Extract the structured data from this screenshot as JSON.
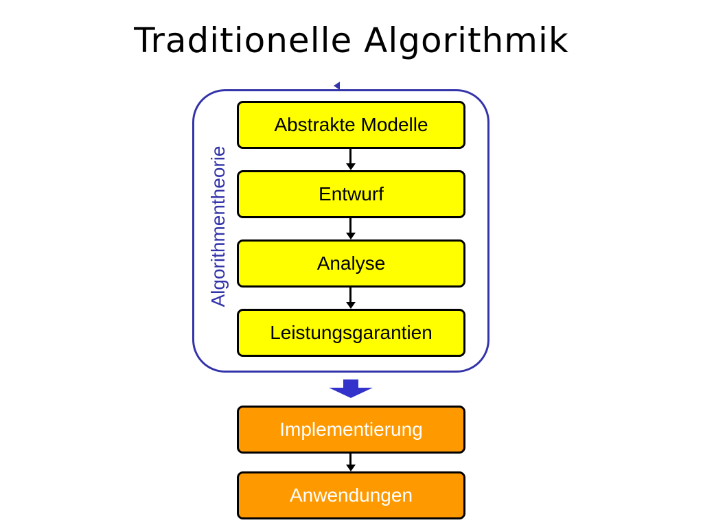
{
  "title": "Traditionelle Algorithmik",
  "group": {
    "label": "Algorithmentheorie",
    "color": "#3333aa"
  },
  "theory_steps": [
    {
      "label": "Abstrakte Modelle"
    },
    {
      "label": "Entwurf"
    },
    {
      "label": "Analyse"
    },
    {
      "label": "Leistungsgarantien"
    }
  ],
  "practice_steps": [
    {
      "label": "Implementierung"
    },
    {
      "label": "Anwendungen"
    }
  ],
  "colors": {
    "theory_fill": "#ffff00",
    "practice_fill": "#ff9900",
    "transition_arrow": "#3333cc"
  }
}
